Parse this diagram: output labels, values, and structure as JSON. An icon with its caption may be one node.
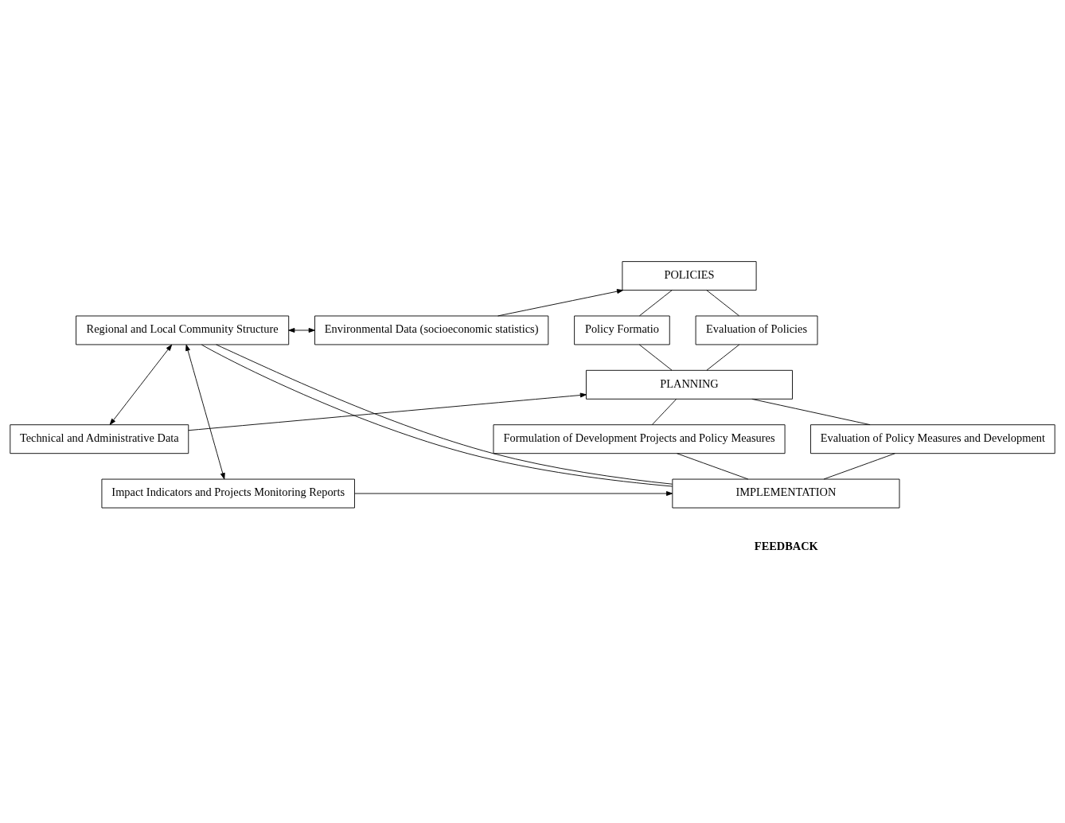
{
  "diagram": {
    "nodes": [
      {
        "text": [
          "Regional and Local Community Structure"
        ]
      },
      {
        "text": [
          "Environmental Data (socioeconomic statistics)"
        ]
      },
      {
        "text": [
          "Technical and Administrative Data"
        ]
      },
      {
        "text": [
          "Impact Indicators and Projects Monitoring Reports"
        ]
      },
      {
        "text": [
          "POLICIES"
        ]
      },
      {
        "text": [
          "Policy Formatio"
        ]
      },
      {
        "text": [
          "Evaluation of Policies"
        ]
      },
      {
        "text": [
          "PLANNING"
        ]
      },
      {
        "text": [
          "Formulation of Development Projects and Policy Measures"
        ]
      },
      {
        "text": [
          "Evaluation of Policy Measures and Development"
        ]
      },
      {
        "text": [
          "IMPLEMENTATION"
        ]
      }
    ],
    "edges": [
      {
        "from": 0,
        "to": 1,
        "arrow": "both"
      },
      {
        "from": 0,
        "to": 2,
        "arrow": "both"
      },
      {
        "from": 0,
        "to": 3,
        "arrow": "both"
      },
      {
        "from": 1,
        "to": 4,
        "arrow": "to"
      },
      {
        "from": 2,
        "to": 7,
        "arrow": "to"
      },
      {
        "from": 3,
        "to": 10,
        "arrow": "to"
      },
      {
        "from": 4,
        "to": 5,
        "arrow": "none"
      },
      {
        "from": 4,
        "to": 6,
        "arrow": "none"
      },
      {
        "from": 5,
        "to": 7,
        "arrow": "none"
      },
      {
        "from": 6,
        "to": 7,
        "arrow": "none"
      },
      {
        "from": 7,
        "to": 8,
        "arrow": "none"
      },
      {
        "from": 7,
        "to": 9,
        "arrow": "none"
      },
      {
        "from": 8,
        "to": 10,
        "arrow": "none"
      },
      {
        "from": 9,
        "to": 10,
        "arrow": "none"
      },
      {
        "from": 10,
        "to": 0,
        "arrow": "none"
      },
      {
        "from": 10,
        "to": 0,
        "arrow": "none"
      }
    ],
    "labels": [
      "FEEDBACK"
    ]
  }
}
